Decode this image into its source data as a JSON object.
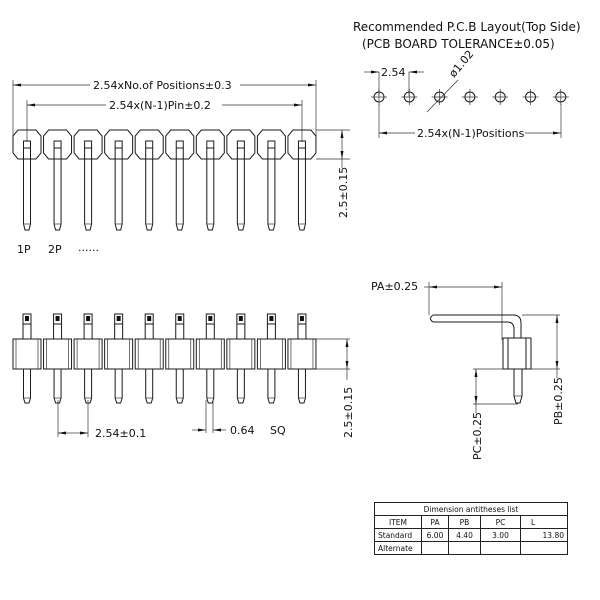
{
  "pcb_layout": {
    "title": "Recommended P.C.B Layout(Top Side)",
    "subtitle": "(PCB BOARD TOLERANCE±0.05)",
    "pitch_label": "2.54",
    "hole_label": "ø1.02",
    "span_label": "2.54x(N-1)Positions",
    "hole_count": 7
  },
  "top_view": {
    "overall_label": "2.54xNo.of Positions±0.3",
    "pin_span_label": "2.54x(N-1)Pin±0.2",
    "height_label": "2.5±0.15",
    "pin1_label": "1P",
    "pin2_label": "2P",
    "ellipsis_label": "......",
    "pin_count": 10
  },
  "front_view": {
    "pitch_label": "2.54±0.1",
    "pin_size_label": "0.64",
    "pin_shape_label": "SQ",
    "height_label": "2.5±0.15",
    "pin_count": 10
  },
  "side_view": {
    "pa_label": "PA±0.25",
    "pb_label": "PB±0.25",
    "pc_label": "PC±0.25"
  },
  "dimension_table": {
    "title": "Dimension antitheses list",
    "headers": [
      "ITEM",
      "PA",
      "PB",
      "PC",
      "L"
    ],
    "rows": [
      [
        "Standard",
        "6.00",
        "4.40",
        "3.00",
        "13.80"
      ],
      [
        "Alternate",
        "",
        "",
        "",
        ""
      ]
    ]
  }
}
